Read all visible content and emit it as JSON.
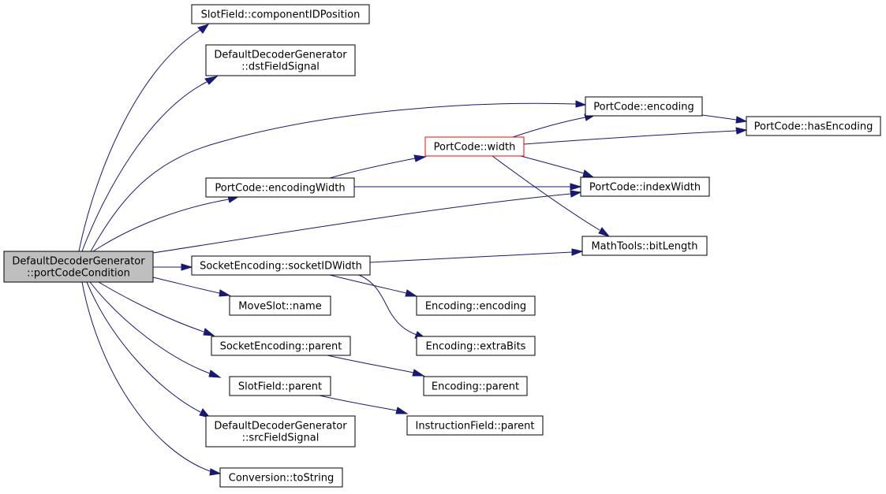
{
  "colors": {
    "edge": "#191970",
    "root_fill": "#bfbfbf",
    "node_fill": "#ffffff",
    "node_border": "#000000",
    "highlight_border": "#ff0000"
  },
  "nodes": [
    {
      "id": "root",
      "lines": [
        "DefaultDecoderGenerator",
        "::portCodeCondition"
      ],
      "root": true
    },
    {
      "id": "componentIDPosition",
      "lines": [
        "SlotField::componentIDPosition"
      ]
    },
    {
      "id": "dstFieldSignal",
      "lines": [
        "DefaultDecoderGenerator",
        "::dstFieldSignal"
      ]
    },
    {
      "id": "pc_encoding",
      "lines": [
        "PortCode::encoding"
      ]
    },
    {
      "id": "hasEncoding",
      "lines": [
        "PortCode::hasEncoding"
      ]
    },
    {
      "id": "pc_width",
      "lines": [
        "PortCode::width"
      ],
      "highlight": true
    },
    {
      "id": "encodingWidth",
      "lines": [
        "PortCode::encodingWidth"
      ]
    },
    {
      "id": "indexWidth",
      "lines": [
        "PortCode::indexWidth"
      ]
    },
    {
      "id": "bitLength",
      "lines": [
        "MathTools::bitLength"
      ]
    },
    {
      "id": "socketIDWidth",
      "lines": [
        "SocketEncoding::socketIDWidth"
      ]
    },
    {
      "id": "enc_encoding",
      "lines": [
        "Encoding::encoding"
      ]
    },
    {
      "id": "ms_name",
      "lines": [
        "MoveSlot::name"
      ]
    },
    {
      "id": "extraBits",
      "lines": [
        "Encoding::extraBits"
      ]
    },
    {
      "id": "se_parent",
      "lines": [
        "SocketEncoding::parent"
      ]
    },
    {
      "id": "enc_parent",
      "lines": [
        "Encoding::parent"
      ]
    },
    {
      "id": "sf_parent",
      "lines": [
        "SlotField::parent"
      ]
    },
    {
      "id": "if_parent",
      "lines": [
        "InstructionField::parent"
      ]
    },
    {
      "id": "srcFieldSignal",
      "lines": [
        "DefaultDecoderGenerator",
        "::srcFieldSignal"
      ]
    },
    {
      "id": "toString",
      "lines": [
        "Conversion::toString"
      ]
    }
  ]
}
